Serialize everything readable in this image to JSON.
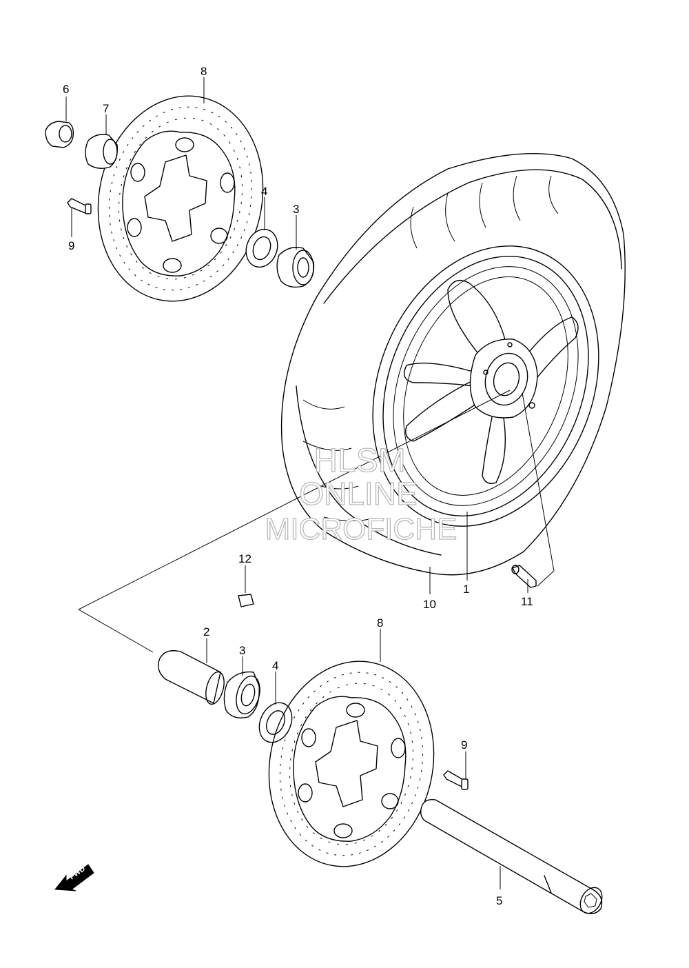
{
  "callouts": [
    {
      "id": "c8a",
      "label": "8"
    },
    {
      "id": "c6",
      "label": "6"
    },
    {
      "id": "c7",
      "label": "7"
    },
    {
      "id": "c9a",
      "label": "9"
    },
    {
      "id": "c4a",
      "label": "4"
    },
    {
      "id": "c3a",
      "label": "3"
    },
    {
      "id": "c12",
      "label": "12"
    },
    {
      "id": "c10",
      "label": "10"
    },
    {
      "id": "c1",
      "label": "1"
    },
    {
      "id": "c11",
      "label": "11"
    },
    {
      "id": "c2",
      "label": "2"
    },
    {
      "id": "c3b",
      "label": "3"
    },
    {
      "id": "c4b",
      "label": "4"
    },
    {
      "id": "c8b",
      "label": "8"
    },
    {
      "id": "c9b",
      "label": "9"
    },
    {
      "id": "c5",
      "label": "5"
    }
  ],
  "watermark": {
    "line1": "HLSM",
    "line2": "ONLINE",
    "line3": "MICROFICHE"
  },
  "fwd_label": "FWD"
}
